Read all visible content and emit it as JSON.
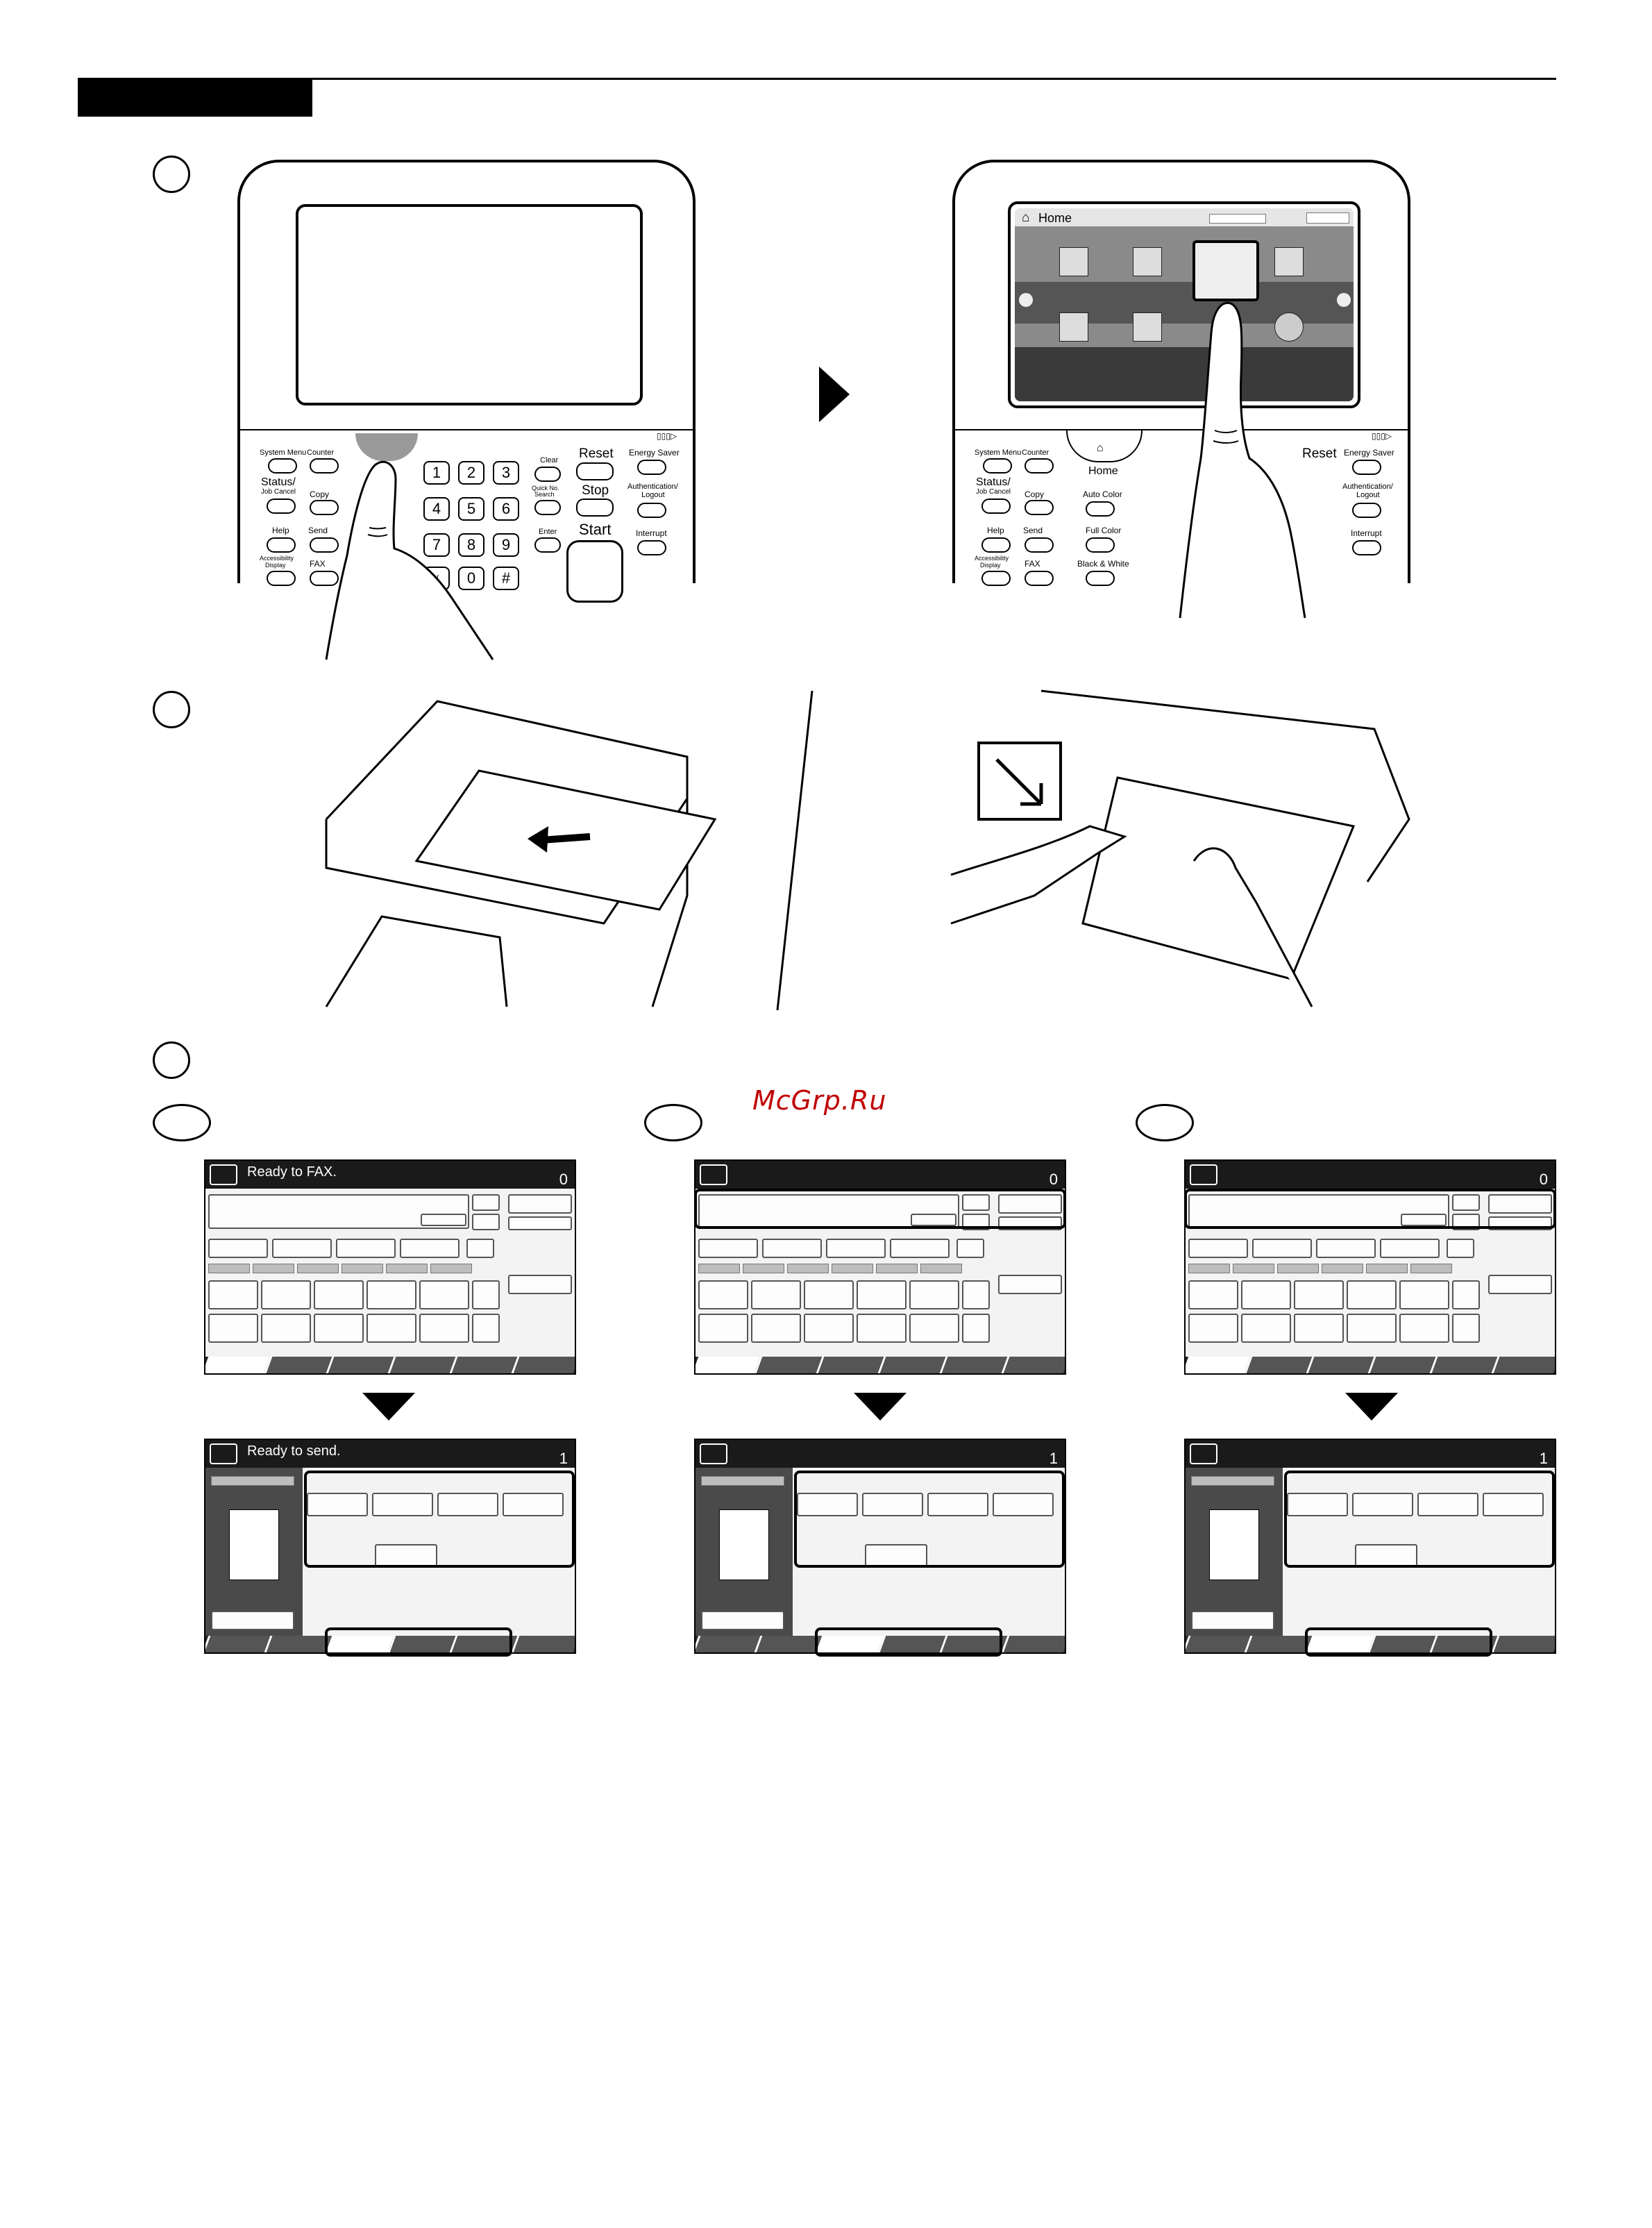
{
  "watermark": "McGrp.Ru",
  "panel_left": {
    "labels": {
      "system_menu": "System Menu",
      "counter": "Counter",
      "status_line1": "Status/",
      "status_line2": "Job Cancel",
      "copy": "Copy",
      "help": "Help",
      "send": "Send",
      "accessibility_line1": "Accessibility",
      "accessibility_line2": "Display",
      "fax": "FAX",
      "clear": "Clear",
      "quick_no_line1": "Quick No.",
      "quick_no_line2": "Search",
      "enter": "Enter",
      "reset": "Reset",
      "stop": "Stop",
      "start": "Start",
      "energy_saver": "Energy Saver",
      "auth_line1": "Authentication/",
      "auth_line2": "Logout",
      "interrupt": "Interrupt"
    },
    "keys": [
      "1",
      "2",
      "3",
      "4",
      "5",
      "6",
      "7",
      "8",
      "9",
      "*/.",
      "0",
      "#"
    ]
  },
  "panel_right": {
    "home_title": "Home",
    "home_key": "Home",
    "side_labels": {
      "auto_color": "Auto Color",
      "full_color": "Full Color",
      "black_white": "Black & White"
    }
  },
  "screens_top": [
    {
      "status": "Ready to FAX.",
      "count": "0"
    },
    {
      "status": "",
      "count": "0"
    },
    {
      "status": "",
      "count": "0"
    }
  ],
  "screens_bottom": [
    {
      "status": "Ready to send.",
      "count": "1"
    },
    {
      "status": "",
      "count": "1"
    },
    {
      "status": "",
      "count": "1"
    }
  ]
}
